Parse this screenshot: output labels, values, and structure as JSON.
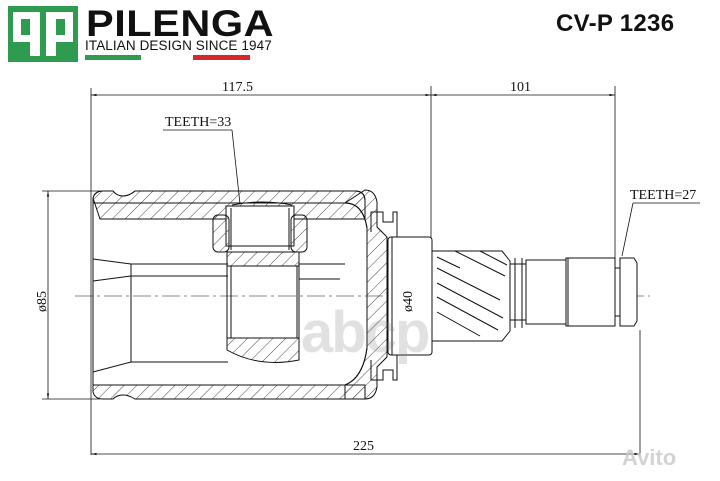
{
  "header": {
    "logo_glyph": "qp",
    "brand": "PILENGA",
    "tagline": "ITALIAN DESIGN SINCE 1947",
    "part_number": "CV-P 1236",
    "colors": {
      "green": "#2e9b4e",
      "red": "#d9262c",
      "ink": "#111111"
    }
  },
  "drawing": {
    "dimensions": {
      "housing_length": "117.5",
      "shaft_length": "101",
      "total_length": "225",
      "outer_diameter": "ø85",
      "shaft_diameter": "ø40"
    },
    "callouts": {
      "inner_teeth": "TEETH=33",
      "shaft_teeth": "TEETH=27"
    }
  },
  "watermarks": {
    "center": "abcp",
    "corner": "Avito"
  }
}
